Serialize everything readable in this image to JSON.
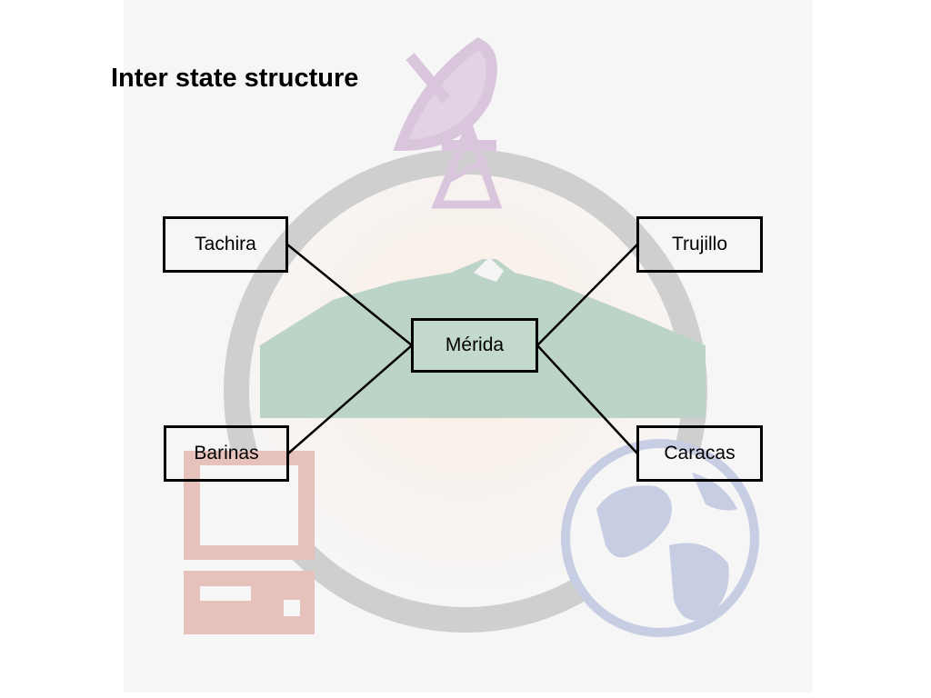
{
  "title": "Inter state structure",
  "nodes": {
    "tachira": "Tachira",
    "trujillo": "Trujillo",
    "merida": "Mérida",
    "barinas": "Barinas",
    "caracas": "Caracas"
  },
  "colors": {
    "ring": "#c9c9c9",
    "antenna": "#d9c6dc",
    "mountain": "#b8d1c4",
    "computer": "#e7c1bb",
    "globe": "#c7cde3",
    "line": "#000000"
  }
}
